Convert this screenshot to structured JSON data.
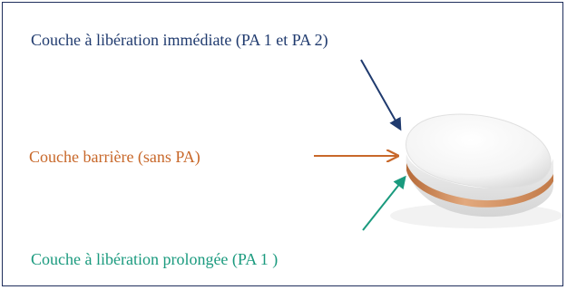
{
  "labels": {
    "immediate_release": "Couche à libération immédiate (PA 1 et PA 2)",
    "barrier": "Couche barrière (sans PA)",
    "extended_release": "Couche à libération prolongée (PA 1 )"
  },
  "colors": {
    "immediate_release": "#1f3a6e",
    "barrier": "#c8682a",
    "extended_release": "#1a9a7e",
    "frame": "#1f2e5c",
    "tablet_body": "#f2f2f2",
    "tablet_band": "#d08a5a"
  }
}
